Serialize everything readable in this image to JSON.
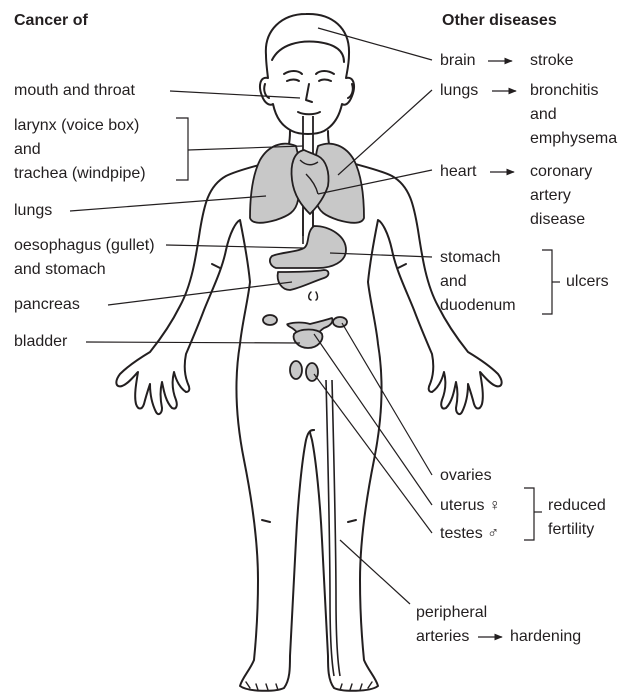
{
  "headers": {
    "left": "Cancer of",
    "right": "Other diseases"
  },
  "cancer_labels": {
    "mouth": "mouth and throat",
    "larynx_1": "larynx (voice box)",
    "larynx_2": "and",
    "larynx_3": "trachea (windpipe)",
    "lungs": "lungs",
    "oesophagus_1": "oesophagus (gullet)",
    "oesophagus_2": "and stomach",
    "pancreas": "pancreas",
    "bladder": "bladder"
  },
  "disease_labels": {
    "brain": "brain",
    "stroke": "stroke",
    "lungs": "lungs",
    "bronchitis_1": "bronchitis",
    "bronchitis_2": "and",
    "bronchitis_3": "emphysema",
    "heart": "heart",
    "coronary_1": "coronary",
    "coronary_2": "artery",
    "coronary_3": "disease",
    "stomach_1": "stomach",
    "stomach_2": "and",
    "stomach_3": "duodenum",
    "ulcers": "ulcers",
    "ovaries": "ovaries",
    "uterus": "uterus",
    "female_symbol": "♀",
    "testes": "testes",
    "male_symbol": "♂",
    "reduced": "reduced",
    "fertility": "fertility",
    "peripheral_1": "peripheral",
    "peripheral_2": "arteries",
    "hardening": "hardening"
  },
  "colors": {
    "ink": "#231f20",
    "organ_fill": "#c8c8c8"
  }
}
